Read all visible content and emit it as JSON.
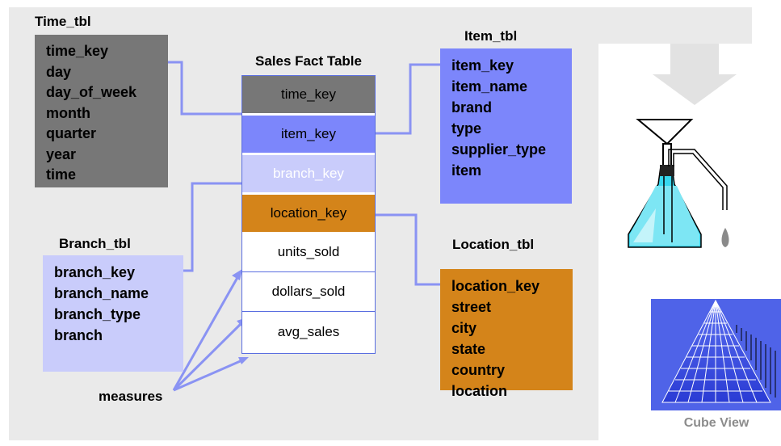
{
  "time_tbl": {
    "title": "Time_tbl",
    "fields": [
      "time_key",
      "day",
      "day_of_week",
      "month",
      "quarter",
      "year",
      "time"
    ],
    "color": "#777777"
  },
  "item_tbl": {
    "title": "Item_tbl",
    "fields": [
      "item_key",
      "item_name",
      "brand",
      "type",
      "supplier_type",
      "item"
    ],
    "color": "#7c86fb"
  },
  "branch_tbl": {
    "title": "Branch_tbl",
    "fields": [
      "branch_key",
      "branch_name",
      "branch_type",
      "branch"
    ],
    "color": "#c9ccfb"
  },
  "location_tbl": {
    "title": "Location_tbl",
    "fields": [
      "location_key",
      "street",
      "city",
      "state",
      "country",
      "location"
    ],
    "color": "#d4841a"
  },
  "fact_table": {
    "title": "Sales Fact Table",
    "keys": [
      {
        "label": "time_key",
        "bg": "#777777",
        "fg": "#000000"
      },
      {
        "label": "item_key",
        "bg": "#7c86fb",
        "fg": "#000000"
      },
      {
        "label": "branch_key",
        "bg": "#c9ccfb",
        "fg": "#ffffff"
      },
      {
        "label": "location_key",
        "bg": "#d4841a",
        "fg": "#000000"
      }
    ],
    "measures": [
      "units_sold",
      "dollars_sold",
      "avg_sales"
    ]
  },
  "measures_label": "measures",
  "cube_label": "Cube View",
  "line_color": "#8a93f3",
  "icons": [
    "data-flow-arrow-icon",
    "funnel-flask-icon",
    "cube-icon"
  ]
}
